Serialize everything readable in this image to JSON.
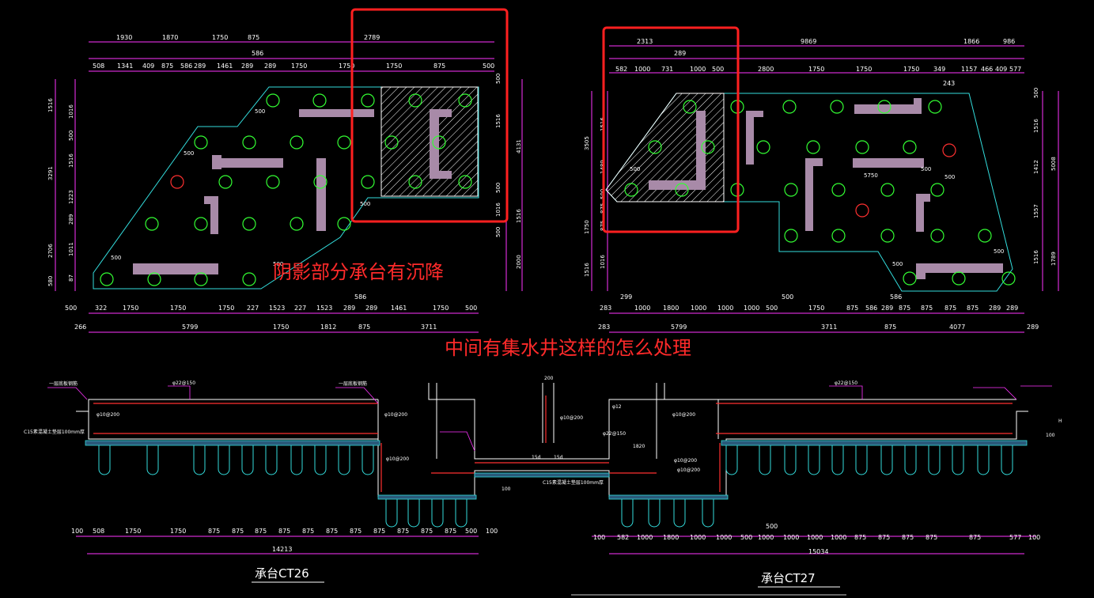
{
  "annotations": {
    "shadow_note": "阴影部分承台有沉降",
    "question": "中间有集水井这样的怎么处理"
  },
  "titles": {
    "ct26": "承台CT26",
    "ct27": "承台CT27"
  },
  "plan_left": {
    "top_dims_row1": [
      "1930",
      "1870",
      "1750",
      "875",
      "2789"
    ],
    "top_dims_row_mid": "586",
    "top_dims_row2": [
      "508",
      "1341",
      "409",
      "875",
      "586",
      "289",
      "1461",
      "289",
      "289",
      "1750",
      "1750",
      "1750",
      "875",
      "500"
    ],
    "bottom_dims_row1": [
      "500",
      "322",
      "1750",
      "1750",
      "1750",
      "227",
      "1523",
      "227",
      "1523",
      "289",
      "289",
      "1461",
      "1750",
      "500"
    ],
    "bottom_dims_mid": "586",
    "bottom_dims_row2": [
      "266",
      "5799",
      "1750",
      "1812",
      "875",
      "3711"
    ],
    "left_dims_outer": [
      "1516",
      "3291",
      "2706",
      "580"
    ],
    "left_dims_inner": [
      "1016",
      "500",
      "1516",
      "1223",
      "289",
      "1011",
      "87"
    ],
    "right_dims": [
      "500",
      "1516",
      "500",
      "1016",
      "1516",
      "500",
      "2000",
      "4131"
    ],
    "callouts": [
      "500",
      "500",
      "500",
      "500",
      "500"
    ]
  },
  "plan_right": {
    "top_dims_row1": [
      "2313",
      "9869",
      "1866",
      "986"
    ],
    "top_dims_row_mid": "289",
    "top_dims_row2": [
      "582",
      "1000",
      "731",
      "1000",
      "500",
      "2800",
      "1750",
      "1750",
      "1750",
      "349",
      "1157",
      "466",
      "409",
      "577"
    ],
    "top_dim_243": "243",
    "bottom_dims_row1": [
      "283",
      "299",
      "1000",
      "1800",
      "1000",
      "1000",
      "1000",
      "500",
      "1750",
      "875",
      "586",
      "289",
      "875",
      "875",
      "875",
      "875",
      "289"
    ],
    "bottom_dims_mid": "500",
    "bottom_dims_row2": [
      "283",
      "5799",
      "3711",
      "875",
      "4077",
      "289"
    ],
    "bottom_extra": "586",
    "left_dims_outer": [
      "3505",
      "1750",
      "1516"
    ],
    "left_dims_inner": [
      "1516",
      "1489",
      "500",
      "875",
      "875",
      "1016"
    ],
    "right_dims": [
      "500",
      "1516",
      "1412",
      "1557",
      "1516",
      "5008",
      "1789"
    ],
    "inner_label": "5750",
    "callouts": [
      "500",
      "500",
      "500",
      "500",
      "500"
    ]
  },
  "section": {
    "left_labels": [
      "一层底板钢筋",
      "φ22@150",
      "一层底板钢筋",
      "φ10@200",
      "C15素混凝土垫层100mm厚",
      "φ10@200"
    ],
    "mid_labels": [
      "200",
      "φ22@150",
      "φ10@200",
      "φ12",
      "15d",
      "15d",
      "C15素混凝土垫层100mm厚",
      "φ10@200",
      "φ10@200",
      "1820",
      "100"
    ],
    "right_labels": [
      "φ22@150",
      "φ10@200",
      "φ10@200",
      "100",
      "H"
    ],
    "bottom_left_dims": [
      "100",
      "508",
      "1750",
      "1750",
      "875",
      "875",
      "875",
      "875",
      "875",
      "875",
      "875",
      "875",
      "875",
      "500",
      "100"
    ],
    "bottom_left_total": "14213",
    "bottom_right_top": "500",
    "bottom_right_dims": [
      "100",
      "582",
      "1000",
      "1800",
      "1000",
      "1000",
      "500",
      "1000",
      "1000",
      "1000",
      "1000",
      "875",
      "875",
      "875",
      "875",
      "577",
      "100"
    ],
    "bottom_right_total": "15034"
  },
  "colors": {
    "background": "#000000",
    "dimension": "#ff33ff",
    "outline": "#33dddd",
    "pile": "#33ff33",
    "beam": "#a88aa8",
    "highlight": "#ff2020",
    "text": "#ffffff"
  }
}
